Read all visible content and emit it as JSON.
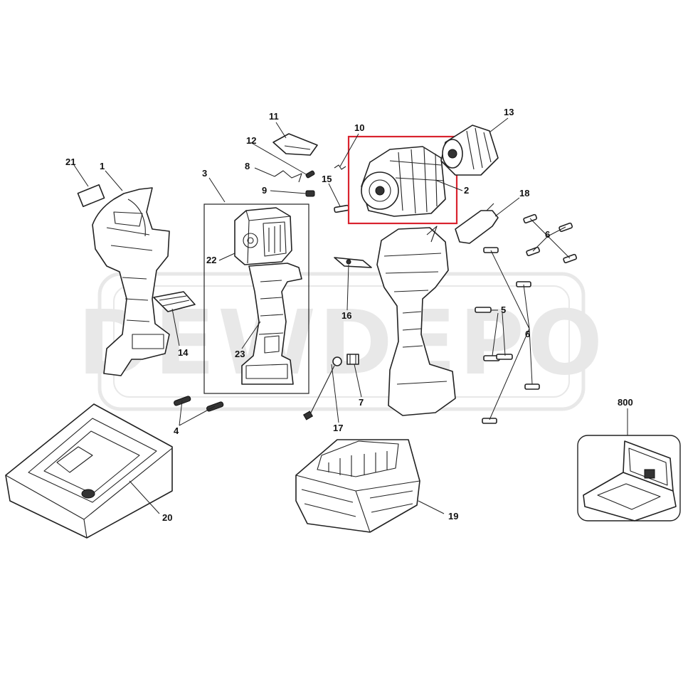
{
  "diagram": {
    "watermark_text": "DEWDEPO",
    "accent_color": "#d9232e",
    "highlighted_part": "10",
    "callouts": {
      "c1": "1",
      "c2": "2",
      "c3": "3",
      "c4": "4",
      "c5": "5",
      "c6a": "6",
      "c6b": "6",
      "c7": "7",
      "c8": "8",
      "c9": "9",
      "c10": "10",
      "c11": "11",
      "c12": "12",
      "c13": "13",
      "c14": "14",
      "c15": "15",
      "c16": "16",
      "c17": "17",
      "c18": "18",
      "c19": "19",
      "c20": "20",
      "c21": "21",
      "c22": "22",
      "c23": "23",
      "c800": "800"
    }
  }
}
